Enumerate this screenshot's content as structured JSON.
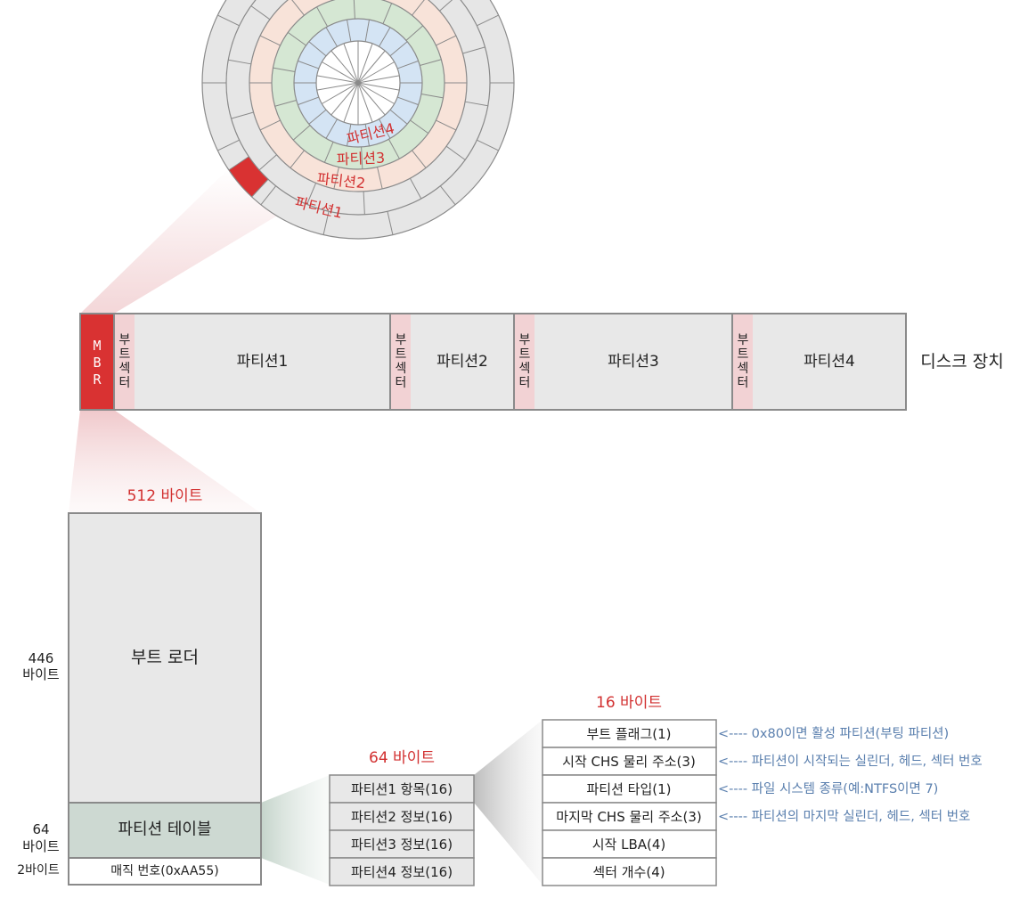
{
  "platter": {
    "partition_labels": [
      "파티션4",
      "파티션3",
      "파티션2",
      "파티션1"
    ]
  },
  "disk": {
    "mbr_chars": [
      "M",
      "B",
      "R"
    ],
    "boot_sector_chars": [
      "부",
      "트",
      "섹",
      "터"
    ],
    "partitions": [
      "파티션1",
      "파티션2",
      "파티션3",
      "파티션4"
    ],
    "device_label": "디스크 장치"
  },
  "mbr": {
    "size_label": "512 바이트",
    "boot_loader": "부트 로더",
    "boot_loader_size": [
      "446",
      "바이트"
    ],
    "partition_table": "파티션 테이블",
    "partition_table_size": [
      "64",
      "바이트"
    ],
    "magic_number": "매직 번호(0xAA55)",
    "magic_size": "2바이트"
  },
  "partition_table": {
    "size_label": "64 바이트",
    "entries": [
      "파티션1 항목(16)",
      "파티션2 정보(16)",
      "파티션3 정보(16)",
      "파티션4 정보(16)"
    ]
  },
  "entry": {
    "size_label": "16 바이트",
    "fields": [
      "부트 플래그(1)",
      "시작 CHS 물리 주소(3)",
      "파티션 타입(1)",
      "마지막 CHS 물리 주소(3)",
      "시작 LBA(4)",
      "섹터 개수(4)"
    ],
    "notes": [
      "<---- 0x80이면 활성 파티션(부팅 파티션)",
      "<---- 파티션이 시작되는 실린더, 헤드, 섹터 번호",
      "<---- 파일 시스템 종류(예:NTFS이면 7)",
      "<---- 파티션의 마지막 실린더, 헤드, 섹터 번호"
    ]
  },
  "colors": {
    "red": "#d93232",
    "red_text": "#d23030",
    "pink": "#f2d2d4",
    "gray_fill": "#e8e8e8",
    "border": "#8a8a8a",
    "green_fill": "#cdd9d2",
    "note_text": "#5a7fae",
    "ring_outer": "#e6e6e6",
    "ring_orange": "#f8e3d9",
    "ring_green": "#d5e7d3",
    "ring_blue": "#d4e4f4"
  }
}
